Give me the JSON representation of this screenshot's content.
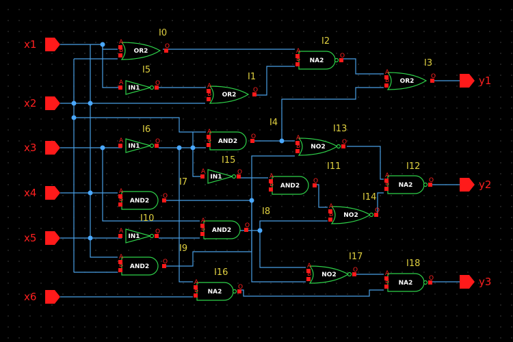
{
  "diagram": {
    "inputs": [
      {
        "id": "x1",
        "label": "x1"
      },
      {
        "id": "x2",
        "label": "x2"
      },
      {
        "id": "x3",
        "label": "x3"
      },
      {
        "id": "x4",
        "label": "x4"
      },
      {
        "id": "x5",
        "label": "x5"
      },
      {
        "id": "x6",
        "label": "x6"
      }
    ],
    "outputs": [
      {
        "id": "y1",
        "label": "y1"
      },
      {
        "id": "y2",
        "label": "y2"
      },
      {
        "id": "y3",
        "label": "y3"
      }
    ],
    "gates": [
      {
        "id": "I0",
        "inst": "I0",
        "type": "OR2"
      },
      {
        "id": "I1",
        "inst": "I1",
        "type": "OR2"
      },
      {
        "id": "I2",
        "inst": "I2",
        "type": "NA2"
      },
      {
        "id": "I3",
        "inst": "I3",
        "type": "OR2"
      },
      {
        "id": "I4",
        "inst": "I4",
        "type": "AND2"
      },
      {
        "id": "I5",
        "inst": "I5",
        "type": "IN1"
      },
      {
        "id": "I6",
        "inst": "I6",
        "type": "IN1"
      },
      {
        "id": "I7",
        "inst": "I7",
        "type": "AND2"
      },
      {
        "id": "I8",
        "inst": "I8",
        "type": "AND2"
      },
      {
        "id": "I9",
        "inst": "I9",
        "type": "AND2"
      },
      {
        "id": "I10",
        "inst": "I10",
        "type": "IN1"
      },
      {
        "id": "I11",
        "inst": "I11",
        "type": "AND2"
      },
      {
        "id": "I12",
        "inst": "I12",
        "type": "NA2"
      },
      {
        "id": "I13",
        "inst": "I13",
        "type": "NO2"
      },
      {
        "id": "I14",
        "inst": "I14",
        "type": "NO2"
      },
      {
        "id": "I15",
        "inst": "I15",
        "type": "IN1"
      },
      {
        "id": "I16",
        "inst": "I16",
        "type": "NA2"
      },
      {
        "id": "I17",
        "inst": "I17",
        "type": "NO2"
      },
      {
        "id": "I18",
        "inst": "I18",
        "type": "NA2"
      }
    ],
    "pin_labels": {
      "a": "A",
      "b": "B",
      "out": "O"
    }
  }
}
